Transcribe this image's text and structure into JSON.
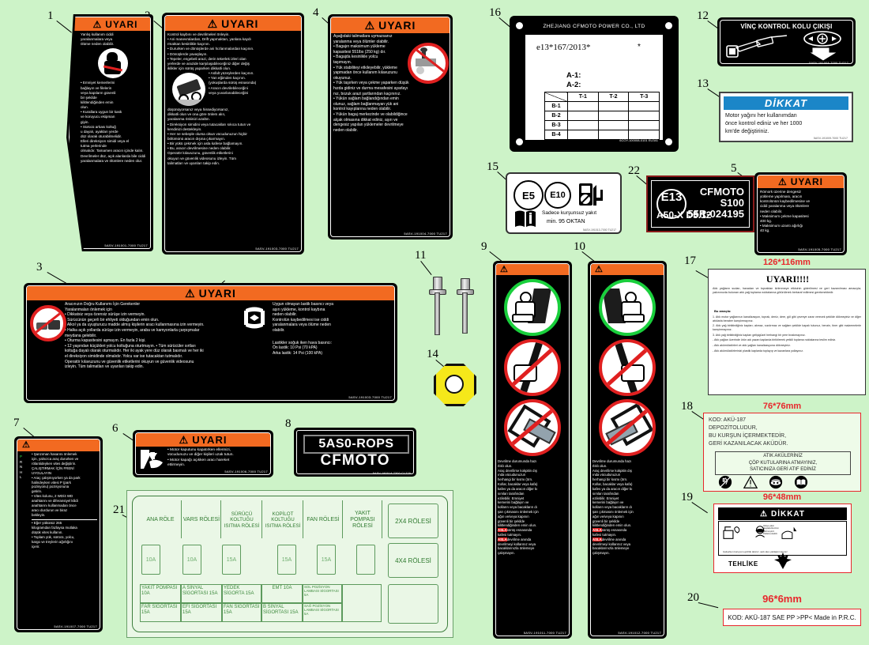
{
  "page": {
    "title": "CFMOTO Warning Decal / Label Parts Diagram",
    "background_color": "#cdf3c8",
    "accent_orange": "#f26a21",
    "accent_red": "#e8272c",
    "accent_blue": "#1b86c8"
  },
  "callouts": [
    "1",
    "2",
    "3",
    "4",
    "5",
    "6",
    "7",
    "8",
    "9",
    "10",
    "11",
    "12",
    "13",
    "14",
    "15",
    "16",
    "17",
    "18",
    "19",
    "20",
    "21",
    "22"
  ],
  "labels": {
    "l1": {
      "number": "1",
      "header": "UYARI",
      "lines": [
        "Yanlış kullanım ciddi",
        "yaralanmalara veya",
        "ölüme neden olabilir.",
        "• Emniyet kemerlerini",
        "bağlayın ve filelerin",
        "veya kapıların güvenli",
        "bir şekilde",
        "kilitlendiğinden emin",
        "olun.",
        "• Kurallara uygun bir kask",
        "ve koruyucu ekipman",
        "giyin.",
        "• Sürücü arkası koltuğ",
        "u dayalı, ayakları yerde",
        "düz olarak oturabilmelidir.",
        "Elleri direksiyon simidi veya el",
        "tutma yerlerinde",
        "olmalıdır. Tamamen aracın içinde kalın.",
        "Devrilmeler düz, açık alanlarda bile ciddi",
        "yaralanmalara ve ölümlere neden olur."
      ],
      "part_number": "5ASV-191001-7000   TU217",
      "icon": "no-unbelted-occupant-icon"
    },
    "l2": {
      "number": "2",
      "header": "UYARI",
      "lines": [
        "Kontrol kaybını ve devrilmeleri önleyin.",
        "• Ani manevralardan, Drift yapmaktan, yanlara kaydı",
        "rmaktan kesinlikle kaçının.",
        "• Dururken ve dönüşlerde ani hızlanmalardan kaçının.",
        "• Dönüşlerde yavaşlayın.",
        "• Tepeler, engebeli arazi, derin tekerlek izleri olan",
        "yerlerde ve arazide karşılaşabileceğiniz diğer değiş",
        "iklikler için sürüş yaparken dikkatli olun.",
        "• Asfalt yüzeylerden kaçının.",
        "• Yan eğimden kaçının.",
        "(yokuşlarda sürüş esnasında)",
        "• Aracın devrilebileceğini",
        "veya yuvarlanabileceğini",
        "düşünüyorsanız veya hissediyorsanız,",
        "dikkatli olun ve ona göre önlem alın,",
        "yaralanma riskinizi azaltın.",
        "• Direksiyon simidini veya tutacakları sıkıca tutun ve",
        "kendinizi destekleyin.",
        "• Her ne sebeple olursa olsun vücudunuzun hiçbir",
        "bölümünü aracın dışına çıkarmayın.",
        "• Bir yükü çekmek için asla kafese bağlamayın.",
        "• Bu, aracın devrilmesine neden olabilir.",
        "Operatör kılavuzunu, güvenlik etiketlerini",
        "okuyun ve güvenlik videosunu izleyin. Tüm",
        "talimatları ve uyarıları takip edin."
      ],
      "part_number": "5ASV-191003-7000   TU217",
      "icon": "rollover-vehicle-icon"
    },
    "l3": {
      "number": "3",
      "header": "UYARI",
      "left_title": "Aracınızın Doğru Kullanımı İçin Gerekenler",
      "left_subtitle": "Yaralanmaları önlemek için",
      "left_lines": [
        "• Dikkatsiz veya özensiz sürüşe izin vermeyin.",
        "• Sürücünün geçerli bir ehliyeti olduğundan emin olun.",
        "• Alkol ya da uyuşturucu madde almış kişilerin aracı kullanmasına izin vermeyin.",
        "• Halka açık yollarda sürüşe izin vermeyin, araba ve kamyonlarla çarpışmalar",
        "meydana gelebilir.",
        "• Oturma kapasitesini aşmayın. En fazla 2 kişi.",
        "• 12 yaşından küçükleri yolcu koltuğuna oturtmayın. • Tüm sürücüler sırtları",
        "koltuğa dayalı olarak oturmalıdır. Her iki ayak yere düz olarak basmalı ve her iki",
        "el direksiyon simidinde olmalıdır. Yolcu var ise tutacaktan tutmalıdır.",
        "Operatör kılavuzunu ve güvenlik etiketlerini okuyun ve güvenlik videosunu",
        "izleyin. Tüm talimatları ve uyarıları takip edin."
      ],
      "right_lines": [
        "Uygun olmayan lastik basıncı veya",
        "aşırı yükleme, kontrol kaybına",
        "neden olabilir.",
        "Kontrolün kaybedilmesi ise ciddi",
        "yaralanmalara veya ölüme neden",
        "olabilir."
      ],
      "tire_lines": [
        "Lastikler soğuk iken hava basıncı:",
        "Ön lastik: 10 Psi (70 kPA)",
        "Arka lastik: 14 Psi (100 kPA)"
      ],
      "part_number": "5ASV-191003-7000   TU217",
      "icons": [
        "no-road-use-icon",
        "tire-pressure-icon"
      ]
    },
    "l4": {
      "number": "4",
      "header": "UYARI",
      "lines": [
        "Aşağıdaki talimatlara uymazsanız",
        "yaralanma veya ölümler olabilir.",
        "• Bagajın maksimum yükleme",
        "kapasitesi 551lbs (250 kg) dır.",
        "• Bagajda kesinlikle yolcu",
        "taşımayın.",
        "• Yük stabiliteyi etkileyebilir, yükleme",
        "yapmadan önce kullanım kılavuzunu",
        "okuyunuz.",
        "• Yük taşırken veya çekme yaparken düşük",
        "hızda gidiniz ve durma mesafesini ayarlayı",
        "nız, bozuk arazi şartlarından kaçınınız.",
        "• Yükün sağlam bağlandığından emin",
        "olunuz, sağlam bağlanmayan yük ani",
        "kontrol kayıplarına neden olabilir.",
        "• Yükün bagaj merkezinde ve olabildiğince",
        "alçak olmasına dikkat ediniz, aşırı ve",
        "dengesiz yapılan yüklemeler devrilmeye",
        "neden olabilir."
      ],
      "part_number": "5ASV-191004-7000   TU217",
      "icon": "no-passenger-in-cargo-bed-icon"
    },
    "l5": {
      "number": "5",
      "header": "UYARI",
      "lines": [
        "Römork üzerine dengesiz",
        "yükleme yapılması, aracın",
        "kontrolünün kaybedilmesine ve",
        "ciddi yaralanma veya ölümlere",
        "neden olabilir.",
        "• Maksimum çekme kapasitesi",
        "400 kg.",
        "• Maksimum uzantı ağırlığı",
        "40 kg."
      ],
      "part_number": "5ASV-191005-7000   TU217"
    },
    "l6": {
      "number": "6",
      "header": "UYARI",
      "lines": [
        "• Motor kaputunu kapatırken ellerinizi,",
        "vücudunuzu ve diğer kişileri uzak tutun.",
        "• Motor kapağı açıkken aracı hareket",
        "ettirmeyin."
      ],
      "part_number": "5ASV-191006-7000   TU217",
      "icon": "hand-crush-hood-icon"
    },
    "l7": {
      "number": "7",
      "header": "",
      "gear_letters": [
        "P",
        "R",
        "N",
        "H",
        "L"
      ],
      "lines": [
        "• Şanzıman hasarını önlemek",
        "için, yalnızca araç dururken ve",
        "rölantideyken vites değiştirin.",
        "ÇALIŞTIRMAK İÇİN FRENİ",
        "UYGULAYIN",
        "• Araç çalışmıyorken ya da park",
        "halindeyken vitesi P (park",
        "pozisyonu) pozisyonuna",
        "getirin.",
        "• Vites kolunu, 2 WD/4 WD",
        "anahtarını ve diferansiyel kilidi",
        "anahtarını kullanmadan önce",
        "aracı durdurun ve biraz",
        "bekleyin.",
        "• Eğer yükünüz 265",
        "kilogramdan fazlaysa mutlaka",
        "düşük vites kullanın.",
        "• Toplam yük, sürücü, yolcu,",
        "kargo ve treylerin ağırlığını",
        "içerir."
      ],
      "part_number": "5ASV-191007-7000   TU217"
    },
    "l8": {
      "number": "8",
      "line1": "5AS0-ROPS",
      "line2": "CFMOTO",
      "part_number": "5ASV-190014 7300   CL229"
    },
    "l9": {
      "number": "9",
      "header": "",
      "lines": [
        "Devrilme durumunda hazı",
        "rlıklı olun.",
        "Araç devrilirse kokpitin dış",
        "ında vücudunuzun",
        "herhangi bir kısmı (örn.",
        "Kollar, bacaklar veya kafa)",
        "kafes ya da aracın diğer kı",
        "sımları tarafından",
        "ezilebilir. Emniyet",
        "kemerini bağlayın ve",
        "kolların veya bacakların dı",
        "şarı çıkmasını önlemek için",
        "ağın ve/veya kapının",
        "güvenli bir şekilde",
        "kilitlendiğinden emin olun."
      ],
      "never_lines": [
        {
          "kw": "ASLA",
          "rest": "sürüş esnasında"
        },
        {
          "kw": "",
          "rest": "kafesi tutmayın."
        },
        {
          "kw": "ASLA",
          "rest": "devrilme anında"
        },
        {
          "kw": "",
          "rest": "devrilmeyi kollarınız veya"
        },
        {
          "kw": "",
          "rest": "bacaklarınızla önlemeye"
        },
        {
          "kw": "",
          "rest": "çalışmayın."
        }
      ],
      "part_number": "5ASV-191011-7000   TU217",
      "icons": [
        "seated-inside-ok-icon",
        "no-hand-outside-cage-icon",
        "no-brace-rollover-icon"
      ]
    },
    "l10": {
      "number": "10",
      "header": "",
      "lines": [
        "Devrilme durumunda hazı",
        "rlıklı olun.",
        "Araç devrilirse kokpitin dış",
        "ında vücudunuzun",
        "herhangi bir kısmı (örn.",
        "Kollar, bacaklar veya kafa)",
        "kafes ya da aracın diğer kı",
        "sımları tarafından",
        "ezilebilir. Emniyet",
        "kemerini bağlayın ve",
        "kolların veya bacakların dı",
        "şarı çıkmasını önlemek için",
        "ağın ve/veya kapının",
        "güvenli bir şekilde",
        "kilitlendiğinden emin olun."
      ],
      "never_lines": [
        {
          "kw": "ASLA",
          "rest": "sürüş esnasında"
        },
        {
          "kw": "",
          "rest": "kafesi tutmayın."
        },
        {
          "kw": "ASLA",
          "rest": "devrilme anında"
        },
        {
          "kw": "",
          "rest": "devrilmeyi kollarınız veya"
        },
        {
          "kw": "",
          "rest": "bacaklarınızla önlemeye"
        },
        {
          "kw": "",
          "rest": "çalışmayın."
        }
      ],
      "part_number": "5ASV-191012-7000   TU217",
      "icons": [
        "seated-inside-ok-icon",
        "no-hand-outside-cage-icon",
        "no-brace-rollover-icon"
      ]
    },
    "l11": {
      "number": "11",
      "name": "rivet-pair"
    },
    "l12": {
      "number": "12",
      "title": "VİNÇ KONTROL KOLU ÇIKIŞI",
      "part_number": "5ASV-191008-7000   TU217",
      "icons": [
        "winch-lever-icon",
        "winch-control-pad-icon",
        "down-arrow-icon"
      ]
    },
    "l13": {
      "number": "13",
      "header": "DİKKAT",
      "header_color": "#1b86c8",
      "lines": [
        "Motor yağını her kullanımdan",
        "önce kontrol ediniz ve her 1000",
        "km'de değiştiriniz."
      ],
      "part_number": "5ASV-191009-7000   TU217"
    },
    "l14": {
      "number": "14",
      "name": "octagon-nut"
    },
    "l15": {
      "number": "15",
      "badges": [
        "E5",
        "E10"
      ],
      "text_lines": [
        "Sadece kurşunsuz yakıt",
        "min. 95 OKTAN"
      ],
      "octane": "95",
      "part_number": "5ASV-191013-7000   TU217",
      "icons": [
        "unleaded-fuel-pump-icon",
        "manual-book-icon"
      ]
    },
    "l16": {
      "number": "16",
      "company": "ZHEJIANG CFMOTO POWER CO., LTD",
      "approval": "e13*167/2013*",
      "rows_a": [
        "A-1:",
        "A-2:"
      ],
      "table_headers": [
        "",
        "T-1",
        "T-2",
        "T-3"
      ],
      "table_rows": [
        "B-1",
        "B-2",
        "B-3",
        "B-4"
      ],
      "part_number": "6COY-100008-0101   EU341"
    },
    "l17": {
      "number": "17",
      "dimension": "126*116mm",
      "header": "UYARI!!!!",
      "intro": "Atık yağların sudan, havadan ve topraktan kirlenmeye etkisinin giderilmesi ve geri kazanılması amacıyla; yakınınızda bulunan atık yağ toplama noktalarına götürülerek bertaraf edilmesi gerekmektedir.",
      "list_title": "Bu amaçla:",
      "items": [
        "1. Atık motor yağlarınızı kanalizasyon, toprak, deniz, dere, göl gibi çevreye zarar verecek şekilde dökmeyiniz ve diğer atıklarla beraber karıştırmayınız.",
        "2. Atık yağ biriktirdiğiniz kapları; akmaz, sızdırmaz ve sağlam şekilde kapalı tutunuz, benzin, tiner gibi malzemelerle karıştırmayınız.",
        "3. Atık yağ biriktirdiğiniz kapları gelişigüzel herhangi bir yere bırakmayınız.",
        "- Atık yağları üzerinde ürün adı yazan kaplarda biriktirerek yetkili toplama noktalarına teslim ediniz.",
        "- Atık akümülatörleri ve atık yağları kanalizasyona dökmeyiniz.",
        "- Atık akümülatörlerinizi plastik kaplarda toplayıp ve kazanlara yollayınız."
      ]
    },
    "l18": {
      "number": "18",
      "dimension": "76*76mm",
      "code_line": "KOD: AKÜ-187",
      "lines": [
        "DEPOZİTOLUDUR,",
        "BU KURŞUN İÇERMEKTEDİR,",
        "GERİ KAZANILACAK AKÜDÜR."
      ],
      "box_lines": [
        "ATIK AKÜLERİNİZ",
        "ÇÖP KUTULARINA ATMAYINIZ,",
        "SATICINIZA GERİ ATIF EDİNİZ"
      ],
      "icons": [
        "no-throw-in-bin-icon",
        "warning-triangle-icon",
        "eye-protection-icon",
        "read-manual-icon"
      ]
    },
    "l19": {
      "number": "19",
      "dimension": "96*48mm",
      "header": "DİKKAT",
      "danger_word": "TEHLİKE",
      "caption": "Çalışırken koruyucu gözlük takınız, açık alev yaklaştırmayınız",
      "icons": [
        "no-flame-icon",
        "eye-protection-icon",
        "acid-burn-icon",
        "explosion-icon"
      ]
    },
    "l20": {
      "number": "20",
      "dimension": "96*6mm",
      "text": "KOD: AKÜ-187   SAE PP >PP<   Made in P.R.C."
    },
    "l21": {
      "number": "21",
      "relay_headers": [
        "ANA RÖLE",
        "VARS RÖLESİ",
        "SÜRÜCÜ KOLTUĞU ISITMA RÖLESİ",
        "KOPİLOT KOLTUĞU ISITMA RÖLESİ",
        "FAN RÖLESİ",
        "YAKIT POMPASI RÖLESİ"
      ],
      "side_relays": [
        "2X4 RÖLESİ",
        "4X4 RÖLESİ"
      ],
      "fuse_ratings": [
        "10A",
        "10A",
        "15A",
        "",
        "15A",
        "15A",
        ""
      ],
      "bottom_row_1": [
        "YAKIT POMPASI 10A",
        "A SİNYAL SİGORTASI 15A",
        "YEDEK SİGORTA 15A",
        "EMT 10A",
        "SOL POZİSYON LAMBASI SİGORTASI 5A"
      ],
      "bottom_row_2": [
        "FAR SİGORTASI 15A",
        "EFI SİGORTASI 15A",
        "FAN SİGORTASI 15A",
        "B SİNYAL SİGORTASI 15A",
        "SAĞ POZİSYON LAMBASI SİGORTASI 5A"
      ]
    },
    "l22": {
      "number": "22",
      "badge": "E13",
      "brand": "CFMOTO",
      "model": "S100",
      "approval": "55R-024195",
      "code": "A50-X    D5.12"
    }
  }
}
